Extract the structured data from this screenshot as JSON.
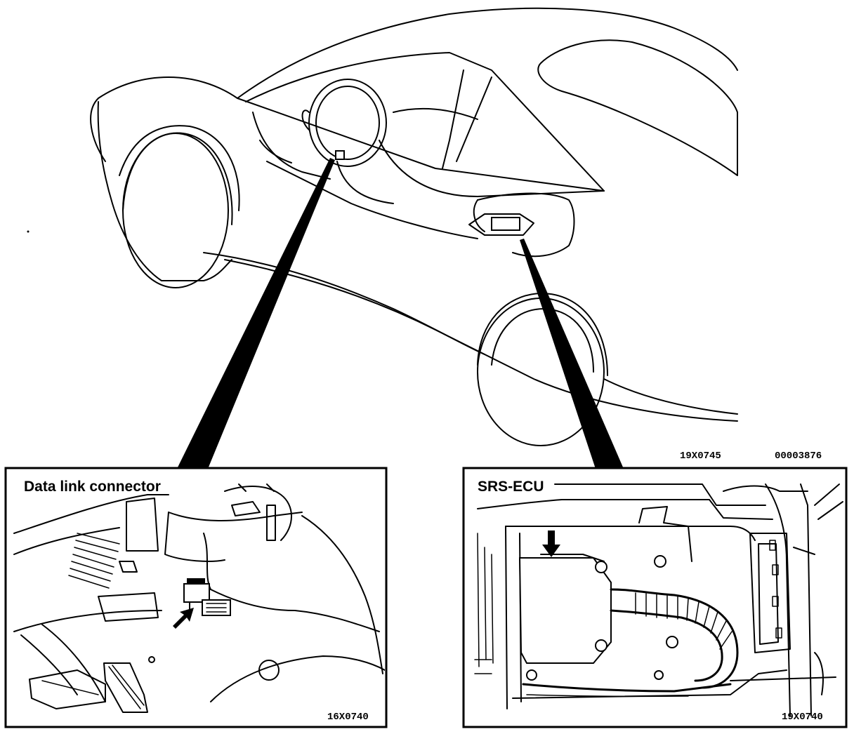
{
  "labels": {
    "data_link_connector": "Data link connector",
    "srs_ecu": "SRS-ECU"
  },
  "codes": {
    "left_inset_code": "16X0740",
    "right_inset_code": "19X0740",
    "main_view_code": "19X0745",
    "document_number": "00003876"
  }
}
